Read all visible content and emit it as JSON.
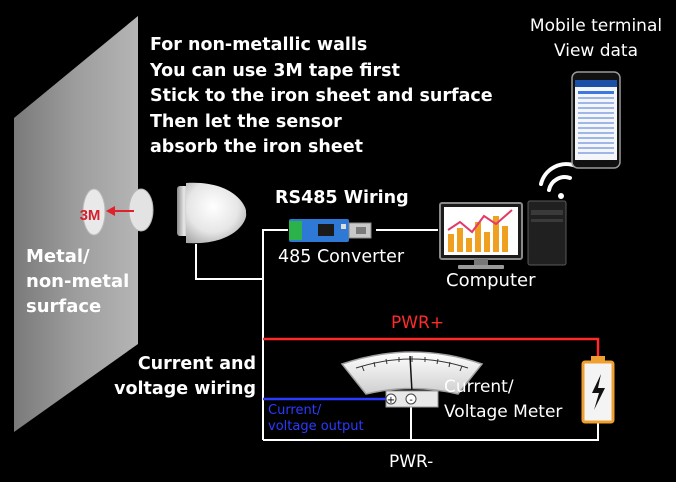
{
  "instructions": [
    "For non-metallic walls",
    "You can use 3M tape first",
    "Stick to the iron sheet and surface",
    "Then let the sensor",
    "absorb the iron sheet"
  ],
  "surface_label": [
    "Metal/",
    "non-metal",
    "surface"
  ],
  "tape_text": "3M",
  "mobile_label": [
    "Mobile terminal",
    "View data"
  ],
  "rs485_label": "RS485 Wiring",
  "converter_label": "485 Converter",
  "computer_label": "Computer",
  "pwr_plus": "PWR+",
  "pwr_minus": "PWR-",
  "wiring_label": [
    "Current and",
    "voltage wiring"
  ],
  "meter_label": [
    "Current/",
    "Voltage Meter"
  ],
  "output_label": [
    "Current/",
    "voltage output"
  ],
  "meter_plus": "+",
  "meter_minus": "-",
  "colors": {
    "background": "#000000",
    "wire": "#ffffff",
    "pwr_plus": "#ff2a2a",
    "output_wire": "#2b3bff",
    "converter_board": "#2e78d6",
    "screen_blue": "#1b4fa8"
  },
  "icons": [
    "wifi-icon",
    "battery-icon",
    "phone-icon",
    "computer-icon",
    "sensor-icon",
    "meter-icon",
    "usb-converter-icon"
  ]
}
